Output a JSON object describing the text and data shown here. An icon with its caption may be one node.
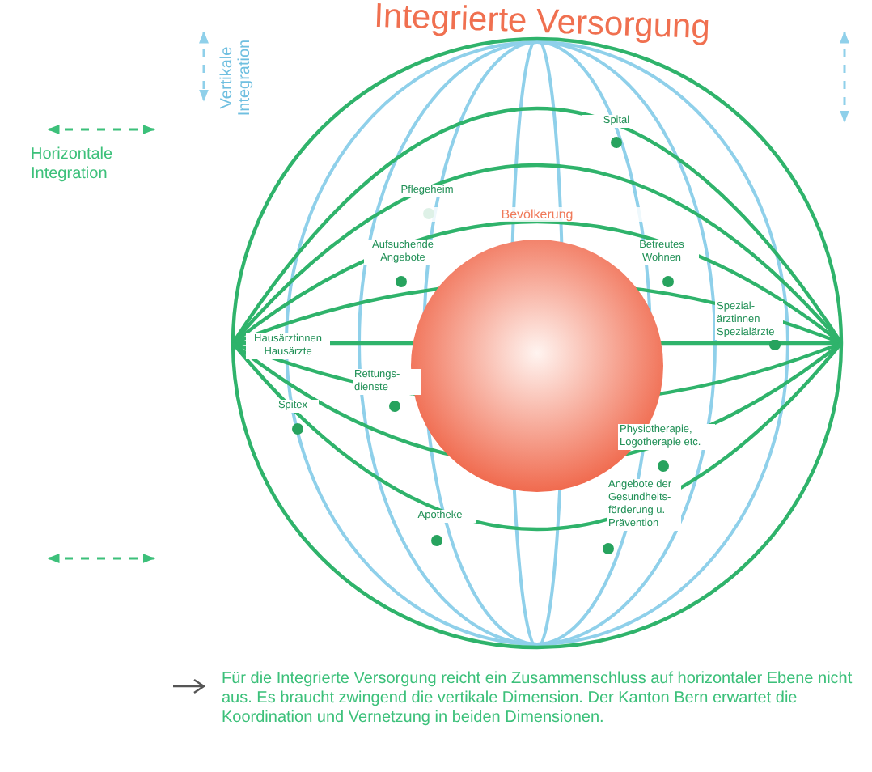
{
  "diagram": {
    "title": "Integrierte Versorgung",
    "caption": "Für die Integrierte Versorgung reicht ein Zusammenschluss auf horizontaler Ebene nicht aus. Es braucht zwingend die vertikale Dimension. Der Kanton Bern erwartet die Koordination und Vernetzung in beiden Dimensionen.",
    "nodes": [
      {
        "text": [
          "Bevölkerung"
        ]
      }
    ],
    "edges": [],
    "labels": [
      "Vertikale Integration",
      "Horizontale Integration",
      "Spital",
      "Pflegeheim",
      "Aufsuchende Angebote",
      "Betreutes Wohnen",
      "Hausärztinnen Hausärzte",
      "Spezial- ärztinnen Spezialärzte",
      "Rettungs- dienste",
      "Spitex",
      "Physiotherapie, Logotherapie etc.",
      "Angebote der Gesundheits- förderung u. Prävention",
      "Apotheke"
    ]
  }
}
